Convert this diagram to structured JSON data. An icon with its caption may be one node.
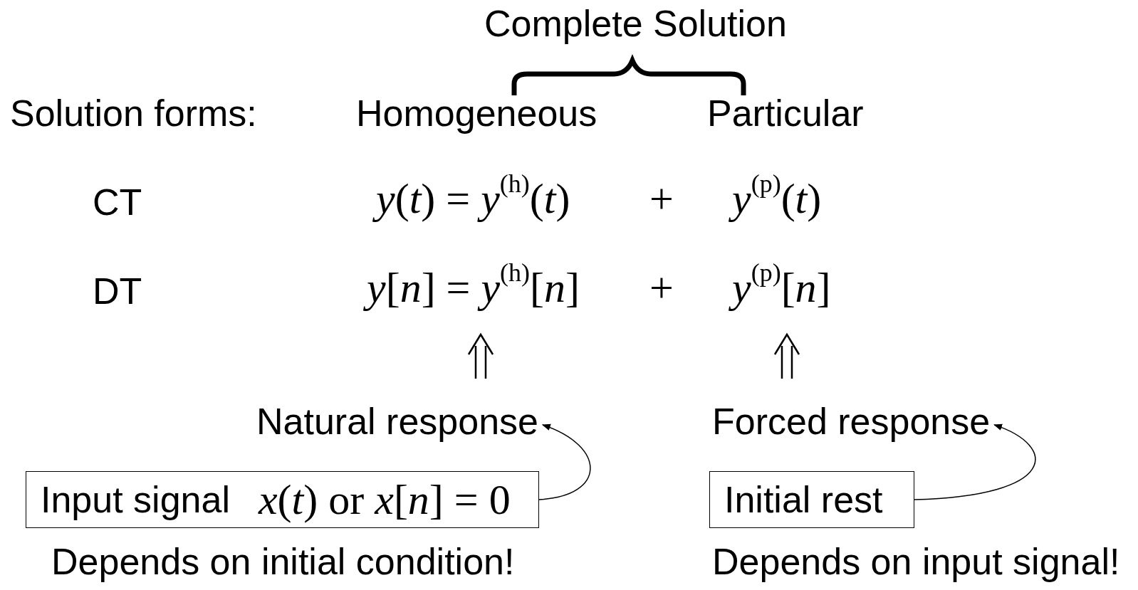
{
  "diagram": {
    "nodes": [
      {
        "text": [
          "Natural response"
        ]
      },
      {
        "text": [
          "Input signal",
          "*x*(*t*) or *x*[*n*] = 0"
        ],
        "beside": [
          "Depends on initial condition!"
        ]
      },
      {
        "text": [
          "Forced response"
        ]
      },
      {
        "text": [
          "Initial rest"
        ],
        "beside": [
          "Depends on input signal!"
        ]
      }
    ],
    "edges": [
      {
        "from": 1,
        "to": 0,
        "arrow": "to"
      },
      {
        "from": 3,
        "to": 2,
        "arrow": "to"
      }
    ],
    "labels": [
      "Complete Solution",
      "Solution forms:",
      "Homogeneous",
      "Particular",
      "CT",
      "*y*(*t*) = *y*$^{(h)}$(*t*)",
      "+",
      "*y*$^{(p)}$(*t*)",
      "DT",
      "*y*[*n*] = *y*$^{(h)}$[*n*]",
      "+",
      "*y*$^{(p)}$[*n*]"
    ]
  }
}
